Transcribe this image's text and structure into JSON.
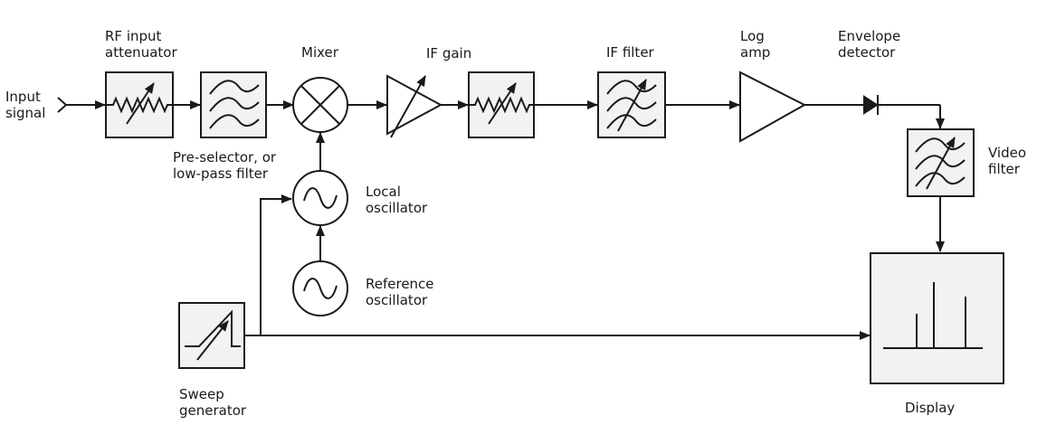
{
  "colors": {
    "ink": "#1a1a1a",
    "background": "#ffffff",
    "box_fill": "#f2f2f2"
  },
  "labels": {
    "input_signal": [
      "Input",
      "signal"
    ],
    "rf_attenuator": [
      "RF input",
      "attenuator"
    ],
    "preselector": [
      "Pre-selector, or",
      "low-pass filter"
    ],
    "mixer": "Mixer",
    "if_gain": "IF gain",
    "if_filter": "IF filter",
    "log_amp": [
      "Log",
      "amp"
    ],
    "envelope_detector": [
      "Envelope",
      "detector"
    ],
    "video_filter": [
      "Video",
      "filter"
    ],
    "local_oscillator": [
      "Local",
      "oscillator"
    ],
    "reference_oscillator": [
      "Reference",
      "oscillator"
    ],
    "sweep_generator": [
      "Sweep",
      "generator"
    ],
    "display": "Display"
  },
  "icons": {
    "rf_attenuator": "variable-resistor-icon",
    "preselector": "filter-icon",
    "mixer": "mixer-icon",
    "if_gain": "variable-amplifier-icon",
    "if_resistor": "variable-resistor-icon",
    "if_filter": "variable-filter-icon",
    "log_amp": "amplifier-icon",
    "detector": "diode-icon",
    "video_filter": "variable-filter-icon",
    "local_oscillator": "oscillator-icon",
    "reference_oscillator": "oscillator-icon",
    "sweep_generator": "sweep-ramp-icon",
    "display": "spectrum-display-icon"
  }
}
